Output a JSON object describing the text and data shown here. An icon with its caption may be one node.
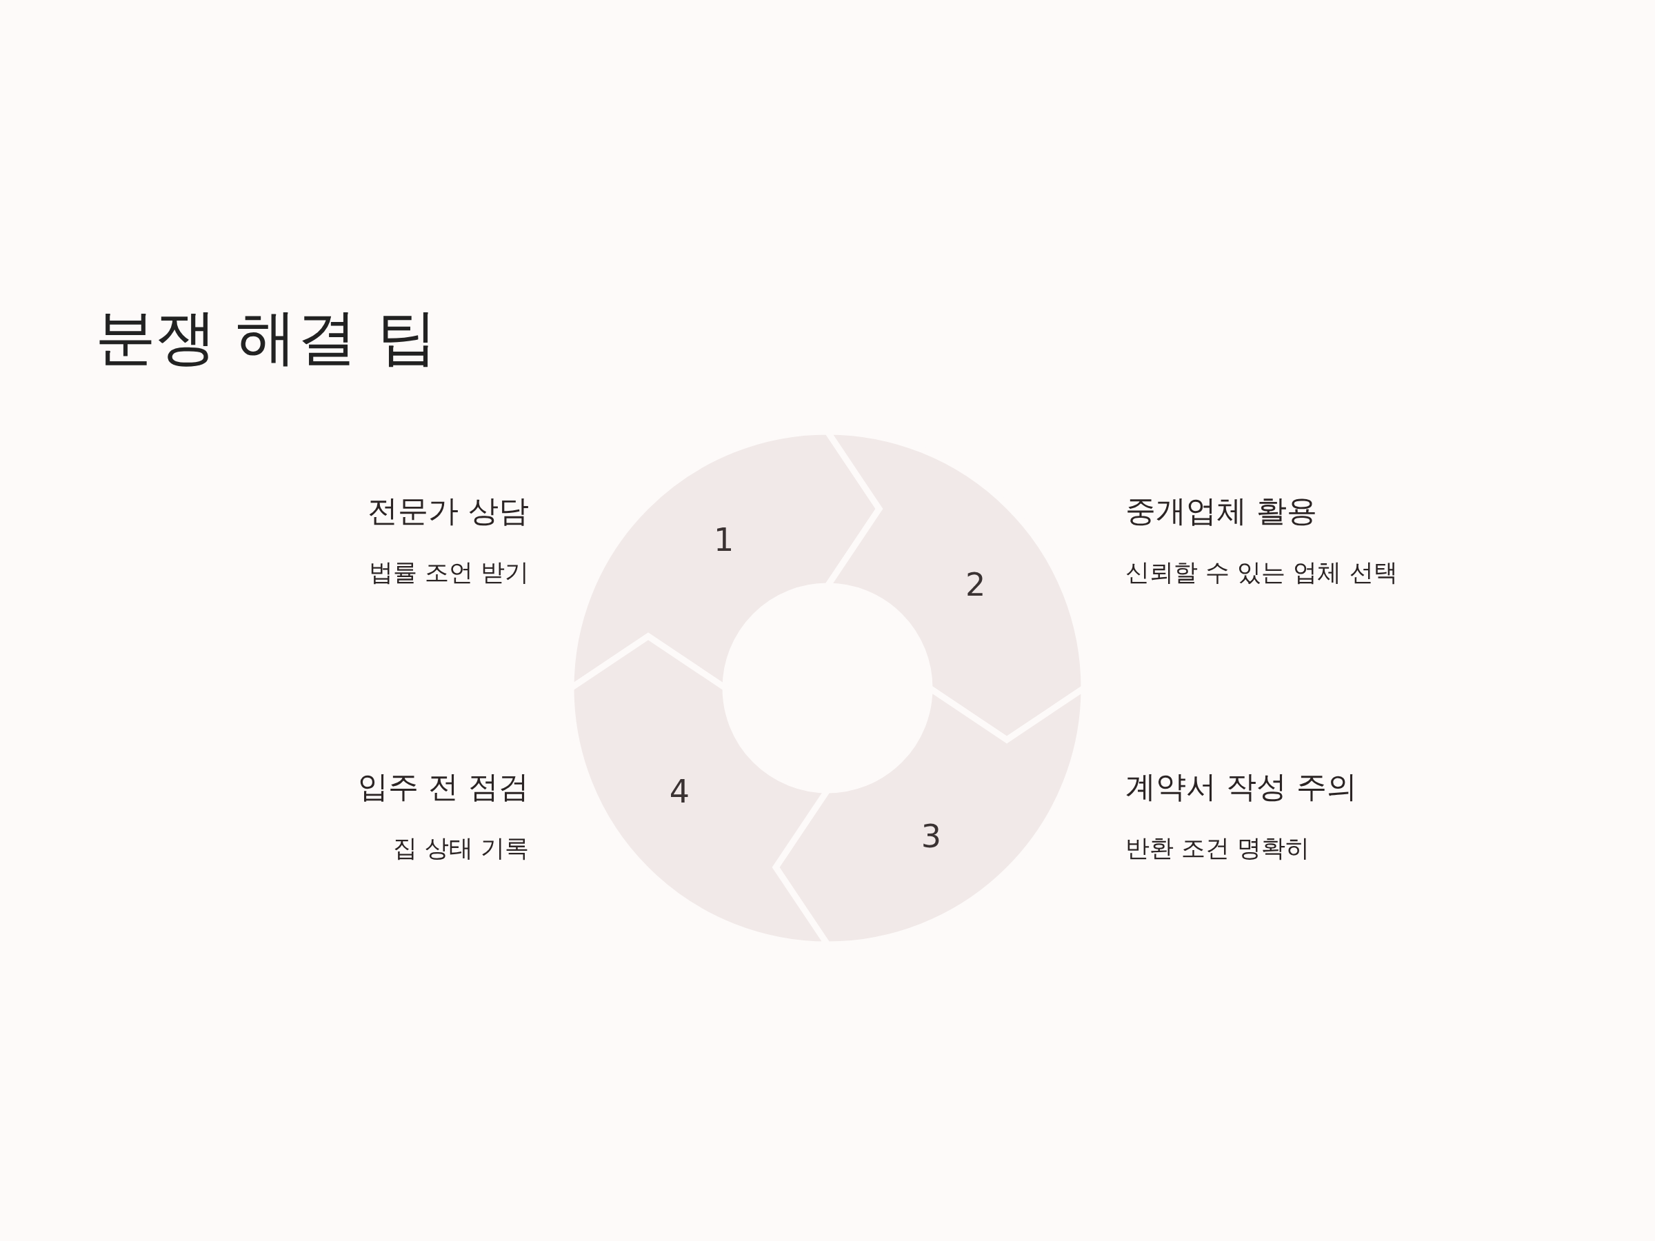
{
  "diagram": {
    "title": "분쟁 해결 팁",
    "nodes": [
      {
        "text": [
          "1"
        ],
        "beside": [
          "전문가 상담",
          "법률 조언 받기"
        ]
      },
      {
        "text": [
          "2"
        ],
        "beside": [
          "중개업체 활용",
          "신뢰할 수 있는 업체 선택"
        ]
      },
      {
        "text": [
          "3"
        ],
        "beside": [
          "계약서 작성 주의",
          "반환 조건 명확히"
        ]
      },
      {
        "text": [
          "4"
        ],
        "beside": [
          "입주 전 점검",
          "집 상태 기록"
        ]
      }
    ]
  }
}
